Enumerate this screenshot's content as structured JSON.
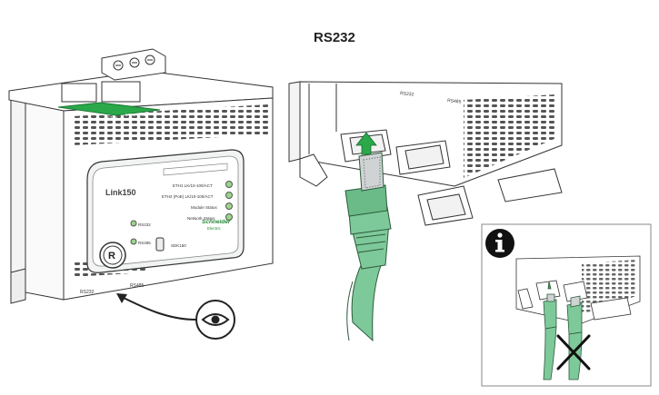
{
  "heading": "RS232",
  "device": {
    "model": "Link150",
    "brand": "Schneider",
    "brand_sub": "Electric",
    "led_labels": [
      "ETH1 LK/10-100/ACT",
      "ETH2 (PoE) LK/10-100/ACT",
      "Module Status",
      "Network Status"
    ],
    "port_leds": [
      "RS232",
      "RS485",
      "ETH1",
      "ETH2 (PoE)"
    ],
    "switch_label": "SDK150",
    "reset_label": "R",
    "bottom_labels": [
      "RS232",
      "RS485"
    ]
  },
  "zoom_view": {
    "port_labels": [
      "RS232",
      "RS485"
    ]
  },
  "info_icon": "info-icon",
  "eye_icon": "eye-icon",
  "colors": {
    "cable_green": "#7ec99a",
    "cable_dark": "#3e8e5f",
    "strip_green": "#2aa84a",
    "line": "#333333",
    "cross": "#111111"
  }
}
